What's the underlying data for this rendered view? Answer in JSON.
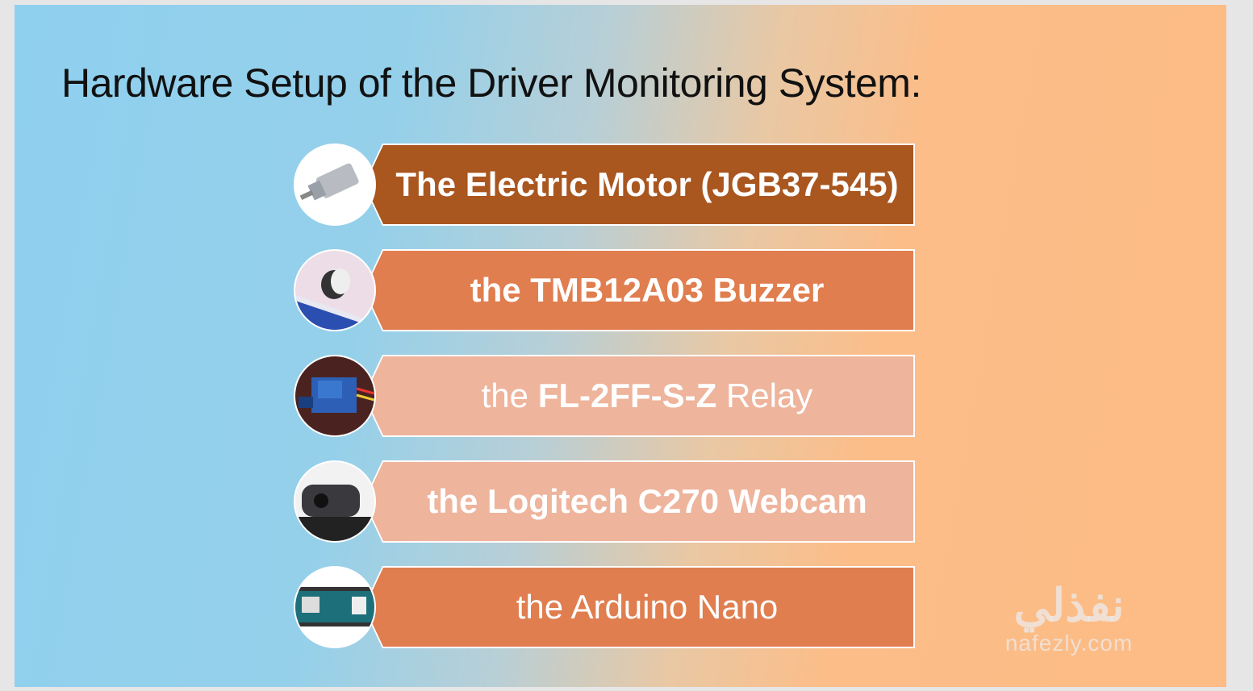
{
  "title": "Hardware Setup of the Driver Monitoring System:",
  "items": [
    {
      "label": "The Electric Motor (JGB37-545)",
      "color": "#a9561f",
      "image": "electric-motor"
    },
    {
      "label": "the TMB12A03 Buzzer",
      "color": "#e07e4f",
      "image": "buzzer"
    },
    {
      "prefix": "the ",
      "bold": "FL-2FF-S-Z",
      "suffix": " Relay",
      "color": "#eeb49c",
      "image": "relay"
    },
    {
      "label": "the Logitech C270 Webcam",
      "color": "#eeb49c",
      "image": "webcam"
    },
    {
      "label": "the Arduino Nano",
      "color": "#e07e4f",
      "image": "arduino-nano"
    }
  ],
  "watermark": {
    "arabic": "نفذلي",
    "latin": "nafezly.com"
  }
}
